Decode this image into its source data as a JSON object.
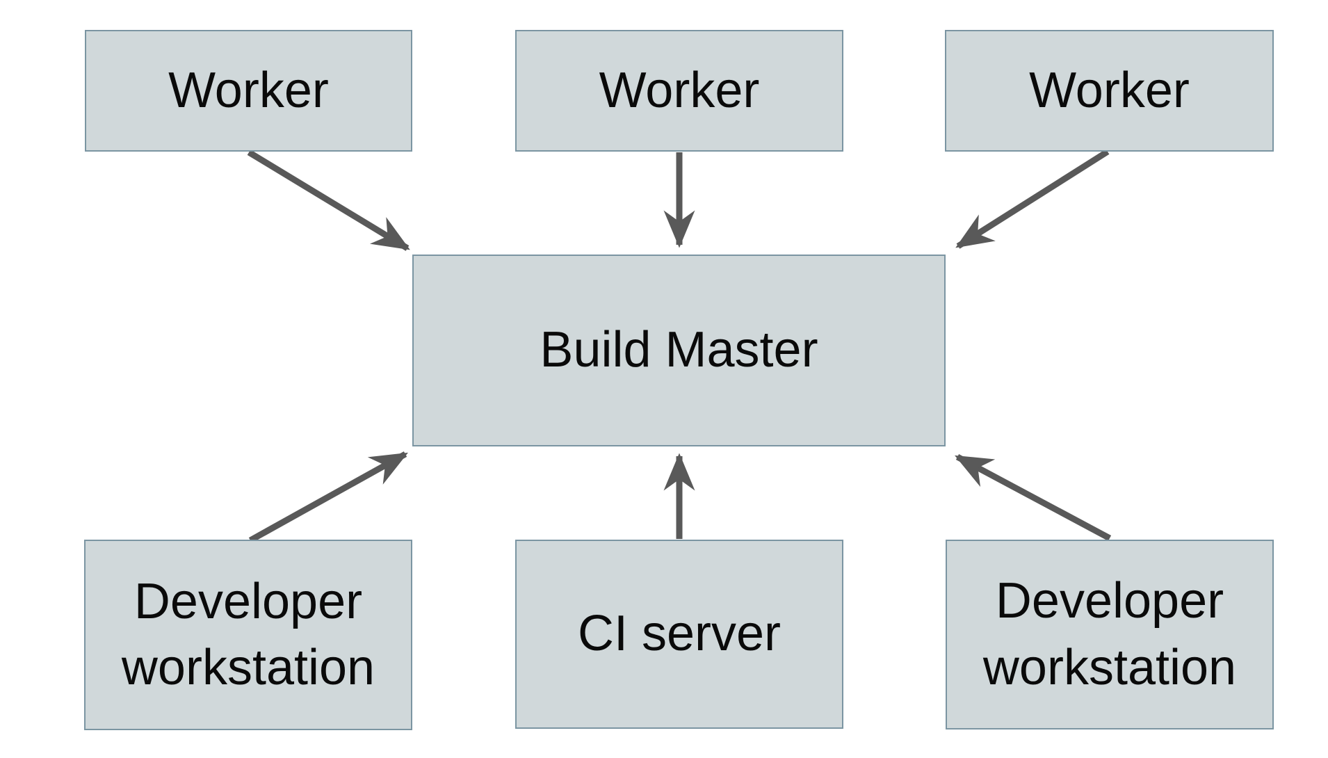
{
  "diagram": {
    "type": "architecture-flow",
    "nodes": [
      {
        "id": "worker-1",
        "label": "Worker",
        "row": "top",
        "column": "left"
      },
      {
        "id": "worker-2",
        "label": "Worker",
        "row": "top",
        "column": "center"
      },
      {
        "id": "worker-3",
        "label": "Worker",
        "row": "top",
        "column": "right"
      },
      {
        "id": "build-master",
        "label": "Build Master",
        "row": "middle",
        "column": "center"
      },
      {
        "id": "developer-workstation-left",
        "label": "Developer workstation",
        "row": "bottom",
        "column": "left"
      },
      {
        "id": "ci-server",
        "label": "CI server",
        "row": "bottom",
        "column": "center"
      },
      {
        "id": "developer-workstation-right",
        "label": "Developer workstation",
        "row": "bottom",
        "column": "right"
      }
    ],
    "edges": [
      {
        "from": "worker-1",
        "to": "build-master"
      },
      {
        "from": "worker-2",
        "to": "build-master"
      },
      {
        "from": "worker-3",
        "to": "build-master"
      },
      {
        "from": "developer-workstation-left",
        "to": "build-master"
      },
      {
        "from": "ci-server",
        "to": "build-master"
      },
      {
        "from": "developer-workstation-right",
        "to": "build-master"
      }
    ],
    "colors": {
      "background": "#ffffff",
      "node_fill": "#d0d8da",
      "node_border": "#7b95a2",
      "arrow": "#595959",
      "text": "#0a0a0a"
    }
  }
}
